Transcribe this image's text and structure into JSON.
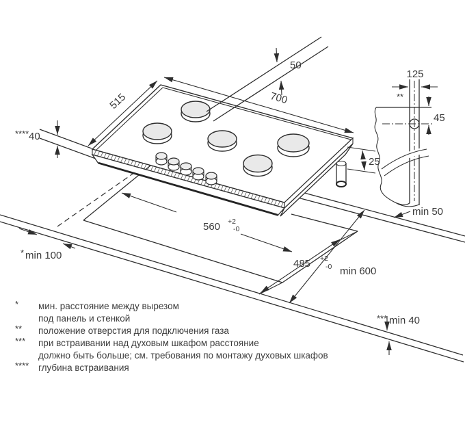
{
  "diagram": {
    "dims": {
      "d50": "50",
      "d700": "700",
      "d515": "515",
      "d40": {
        "marker": "****",
        "value": "40"
      },
      "d25": "25",
      "d125": "125",
      "d45": "45",
      "gas_hole_marker": "**",
      "d560": {
        "value": "560",
        "tol_plus": "+2",
        "tol_minus": "-0"
      },
      "d485": {
        "value": "485",
        "tol_plus": "+2",
        "tol_minus": "-0"
      },
      "min50": "min 50",
      "min600": "min 600",
      "min100": {
        "marker": "*",
        "value": "min 100"
      },
      "min40": {
        "marker": "***",
        "value": "min 40"
      }
    },
    "footnotes": [
      {
        "marker": "*",
        "line1": "мин. расстояние между вырезом",
        "line2": "под панель и стенкой"
      },
      {
        "marker": "**",
        "line1": "положение отверстия для подключения газа",
        "line2": ""
      },
      {
        "marker": "***",
        "line1": "при встраивании над духовым шкафом расстояние",
        "line2": "должно быть больше; см. требования по монтажу духовых шкафов"
      },
      {
        "marker": "****",
        "line1": "глубина встраивания",
        "line2": ""
      }
    ]
  }
}
